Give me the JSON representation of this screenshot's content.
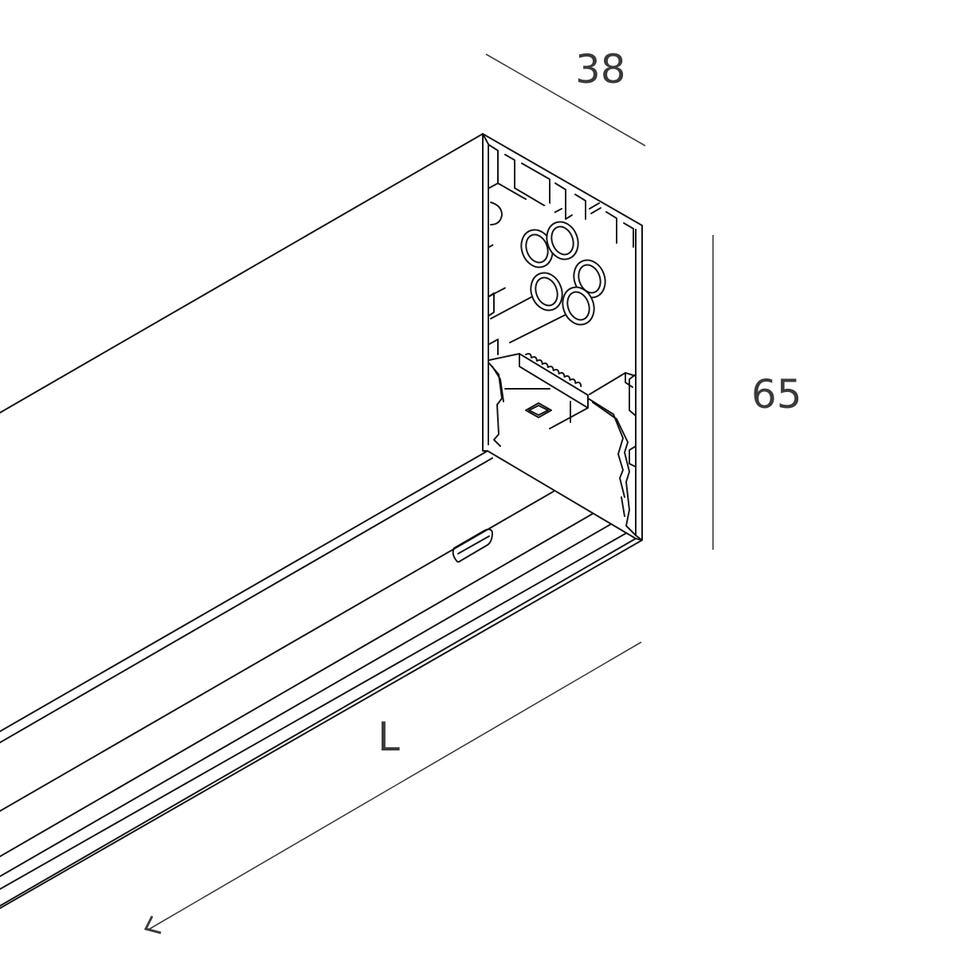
{
  "figure": {
    "subject": "Linear luminaire profile, isometric end view",
    "line_color": "#111111",
    "dimension_color": "#3a3a3a",
    "background": "#ffffff"
  },
  "dimensions": {
    "width": {
      "label": "38",
      "axis": "depth"
    },
    "height": {
      "label": "65",
      "axis": "vertical"
    },
    "length": {
      "label": "L",
      "axis": "length",
      "arrow": "arrow-down-left"
    }
  },
  "components": [
    {
      "name": "profile-housing"
    },
    {
      "name": "end-cap"
    },
    {
      "name": "cable-connectors",
      "count": 5
    },
    {
      "name": "led-board"
    },
    {
      "name": "diffuser"
    },
    {
      "name": "mounting-slot"
    }
  ]
}
